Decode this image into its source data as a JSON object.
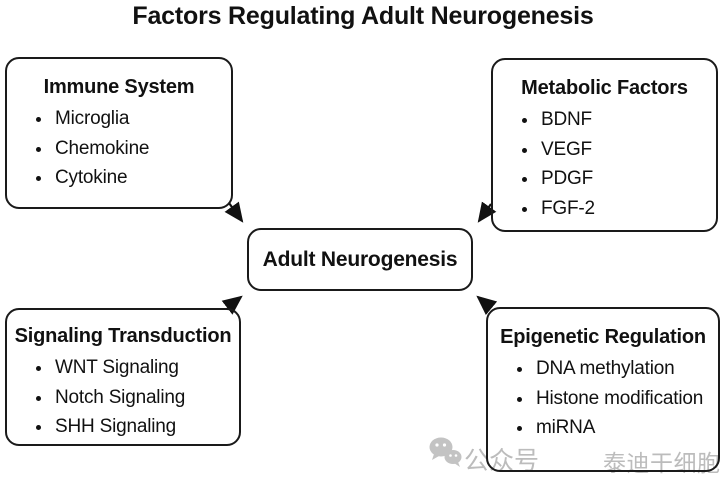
{
  "title": "Factors Regulating Adult Neurogenesis",
  "center": {
    "label": "Adult Neurogenesis"
  },
  "boxes": [
    {
      "id": "immune",
      "title": "Immune System",
      "items": [
        "Microglia",
        "Chemokine",
        "Cytokine"
      ]
    },
    {
      "id": "metabolic",
      "title": "Metabolic Factors",
      "items": [
        "BDNF",
        "VEGF",
        "PDGF",
        "FGF-2"
      ]
    },
    {
      "id": "signaling",
      "title": "Signaling Transduction",
      "items": [
        "WNT Signaling",
        "Notch Signaling",
        "SHH Signaling"
      ]
    },
    {
      "id": "epigenetic",
      "title": "Epigenetic Regulation",
      "items": [
        "DNA methylation",
        "Histone modification",
        "miRNA"
      ]
    }
  ],
  "watermark": {
    "icon": "wechat-icon",
    "text_left": "公众号",
    "text_right": "泰迪干细胞"
  },
  "colors": {
    "text": "#111111",
    "border": "#1a1a1a",
    "watermark": "#bcbcbc",
    "background": "#ffffff"
  }
}
